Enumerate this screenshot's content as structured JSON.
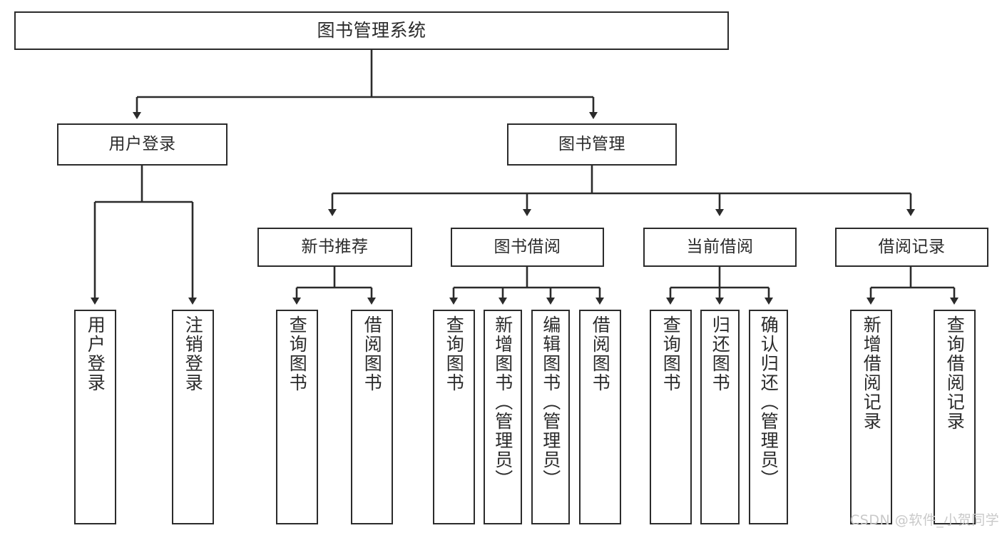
{
  "diagram": {
    "title": "图书管理系统",
    "type": "hierarchy-tree",
    "colors": {
      "stroke": "#2b2b2b",
      "fill": "#ffffff",
      "text": "#2b2b2b",
      "watermark": "#c9c9c9"
    },
    "root": {
      "label": "图书管理系统"
    },
    "level2": [
      {
        "label": "用户登录"
      },
      {
        "label": "图书管理"
      }
    ],
    "level3": [
      {
        "label": "新书推荐"
      },
      {
        "label": "图书借阅"
      },
      {
        "label": "当前借阅"
      },
      {
        "label": "借阅记录"
      }
    ],
    "leaves": {
      "user_login": [
        {
          "label": "用户登录"
        },
        {
          "label": "注销登录"
        }
      ],
      "new_book_recommend": [
        {
          "label": "查询图书"
        },
        {
          "label": "借阅图书"
        }
      ],
      "book_borrow": [
        {
          "label": "查询图书"
        },
        {
          "label": "新增图书（管理员）"
        },
        {
          "label": "编辑图书（管理员）"
        },
        {
          "label": "借阅图书"
        }
      ],
      "current_borrow": [
        {
          "label": "查询图书"
        },
        {
          "label": "归还图书"
        },
        {
          "label": "确认归还（管理员）"
        }
      ],
      "borrow_record": [
        {
          "label": "新增借阅记录"
        },
        {
          "label": "查询借阅记录"
        }
      ]
    },
    "watermark": "CSDN @软件_小贺同学"
  }
}
